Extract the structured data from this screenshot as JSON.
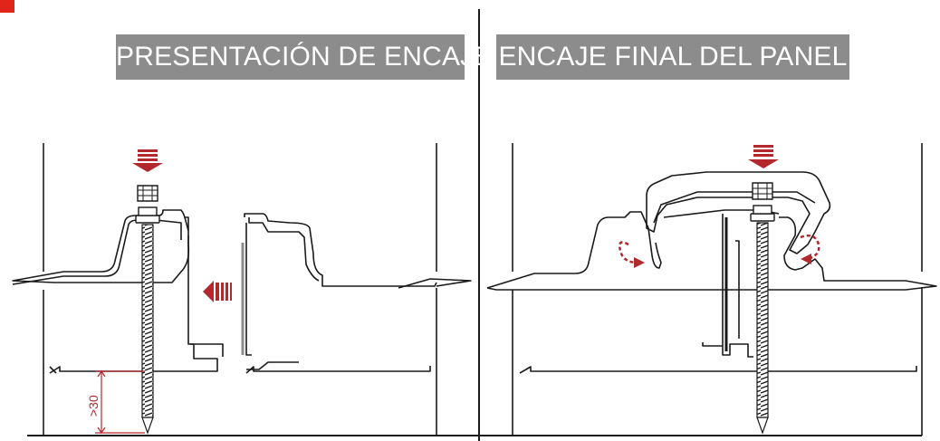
{
  "left_panel": {
    "title": "PRESENTACIÓN DE ENCAJE",
    "dimension_label": ">30"
  },
  "right_panel": {
    "title": "ENCAJE FINAL DEL PANEL"
  },
  "colors": {
    "title_background": "#8c8c8c",
    "arrow_red": "#b3282d",
    "corner_mark": "#e1251b",
    "line": "#1a1a1a"
  },
  "icons": [
    "press-down-arrow-icon",
    "push-left-arrow-icon",
    "rotate-arrow-icon",
    "self-drilling-screw-icon"
  ]
}
